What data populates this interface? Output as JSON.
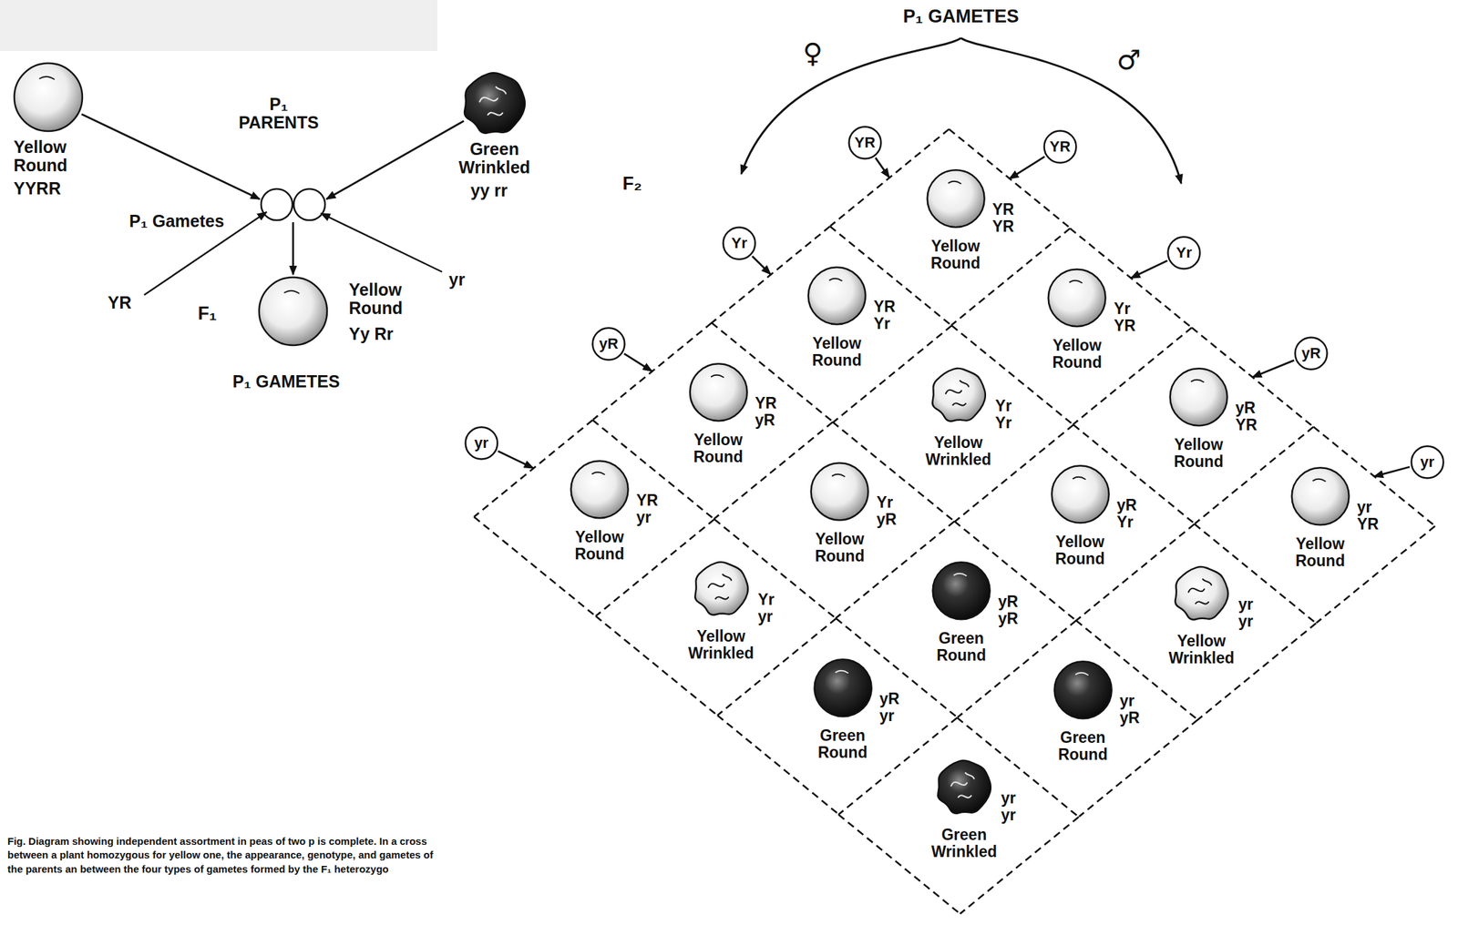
{
  "diagram": {
    "caption": "Fig. Diagram showing independent assortment in peas of two p is complete. In a cross between a plant homozygous for yellow one, the appearance, genotype, and gametes of the parents an between the four types of gametes formed by the F₁ heterozygo",
    "nodes": [
      {
        "text": [
          "YR"
        ]
      },
      {
        "text": [
          "Yr"
        ]
      },
      {
        "text": [
          "yR"
        ]
      },
      {
        "text": [
          "yr"
        ]
      },
      {
        "text": [
          "YR"
        ]
      },
      {
        "text": [
          "Yr"
        ]
      },
      {
        "text": [
          "yR"
        ]
      },
      {
        "text": [
          "yr"
        ]
      },
      {
        "text": [
          "Yellow Round",
          "YR YR"
        ]
      },
      {
        "text": [
          "Yellow Round",
          "YR Yr"
        ]
      },
      {
        "text": [
          "Yellow Round",
          "Yr YR"
        ]
      },
      {
        "text": [
          "Yellow Round",
          "YR yR"
        ]
      },
      {
        "text": [
          "Yellow Wrinkled",
          "Yr Yr"
        ]
      },
      {
        "text": [
          "Yellow Round",
          "yR YR"
        ]
      },
      {
        "text": [
          "Yellow Round",
          "YR yr"
        ]
      },
      {
        "text": [
          "Yellow Round",
          "Yr yR"
        ]
      },
      {
        "text": [
          "Yellow Round",
          "yR Yr"
        ]
      },
      {
        "text": [
          "Yellow Round",
          "yr YR"
        ]
      },
      {
        "text": [
          "Yellow Wrinkled",
          "Yr yr"
        ]
      },
      {
        "text": [
          "Green Round",
          "yR yR"
        ]
      },
      {
        "text": [
          "Yellow Wrinkled",
          "yr yr"
        ]
      },
      {
        "text": [
          "Green Round",
          "yR yr"
        ]
      },
      {
        "text": [
          "Green Round",
          "yr yR"
        ]
      },
      {
        "text": [
          "Green Wrinkled",
          "yr yr"
        ]
      }
    ],
    "edges": [
      {
        "from": 0,
        "to": 8,
        "arrow": "to"
      },
      {
        "from": 1,
        "to": 9,
        "arrow": "to"
      },
      {
        "from": 2,
        "to": 11,
        "arrow": "to"
      },
      {
        "from": 3,
        "to": 14,
        "arrow": "to"
      },
      {
        "from": 4,
        "to": 8,
        "arrow": "to"
      },
      {
        "from": 5,
        "to": 10,
        "arrow": "to"
      },
      {
        "from": 6,
        "to": 13,
        "arrow": "to"
      },
      {
        "from": 7,
        "to": 17,
        "arrow": "to"
      }
    ],
    "labels": [
      "P₁ PARENTS",
      "Yellow Round",
      "YYRR",
      "Green Wrinkled",
      "yy rr",
      "P₁ Gametes",
      "YR",
      "yr",
      "F₁",
      "Yellow Round",
      "Yy Rr",
      "P₁ GAMETES",
      "P₁ GAMETES",
      "♀",
      "♂",
      "F₂"
    ]
  }
}
